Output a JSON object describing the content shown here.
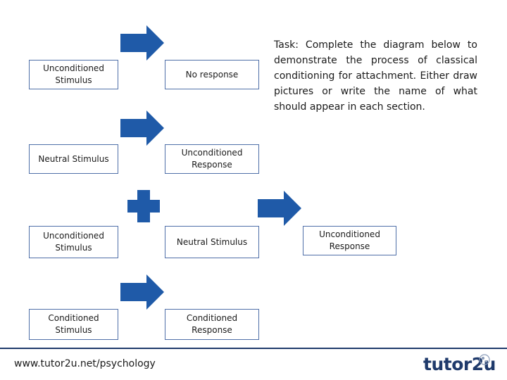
{
  "boxes": {
    "row1_left": "Unconditioned\nStimulus",
    "row1_right": "No response",
    "row2_left": "Neutral Stimulus",
    "row2_right": "Unconditioned\nResponse",
    "row3_left": "Unconditioned\nStimulus",
    "row3_mid": "Neutral Stimulus",
    "row3_right": "Unconditioned\nResponse",
    "row4_left": "Conditioned\nStimulus",
    "row4_right": "Conditioned\nResponse"
  },
  "task_text": "Task: Complete the diagram below to demonstrate the process of classical conditioning for attachment. Either draw pictures or write the name of what should appear in each section.",
  "footer": {
    "url": "www.tutor2u.net/psychology",
    "logo_prefix": "tutor",
    "logo_suffix": "2u"
  },
  "colors": {
    "arrow_fill": "#1f5aa8",
    "box_border": "#4f6fa8",
    "brand": "#1f3a6b"
  },
  "icons": [
    "right-arrow-icon",
    "plus-icon",
    "logo-mark-icon"
  ]
}
